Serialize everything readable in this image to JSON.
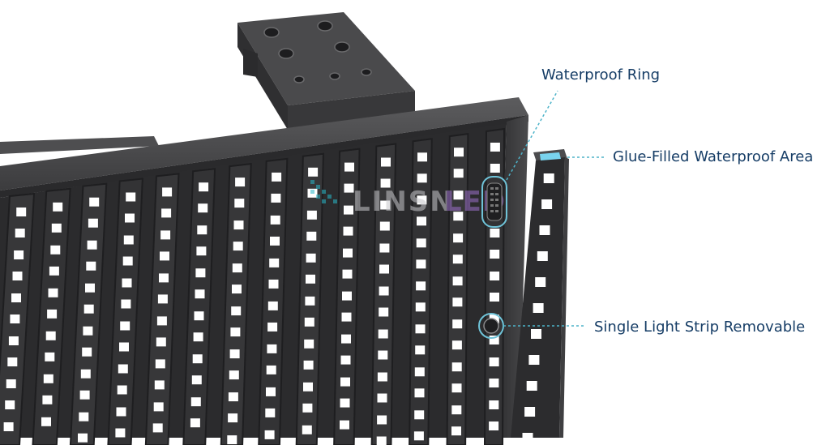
{
  "callouts": {
    "waterproof_ring": "Waterproof Ring",
    "glue_filled_area": "Glue-Filled Waterproof Area",
    "light_strip_removable": "Single Light Strip Removable"
  },
  "watermark": "LinsnLED",
  "colors": {
    "label_text": "#163d66",
    "leader_line": "#4db3c9",
    "panel_dark": "#3a3a3c",
    "led_white": "#ffffff",
    "glue_cyan": "#79d3ee"
  }
}
